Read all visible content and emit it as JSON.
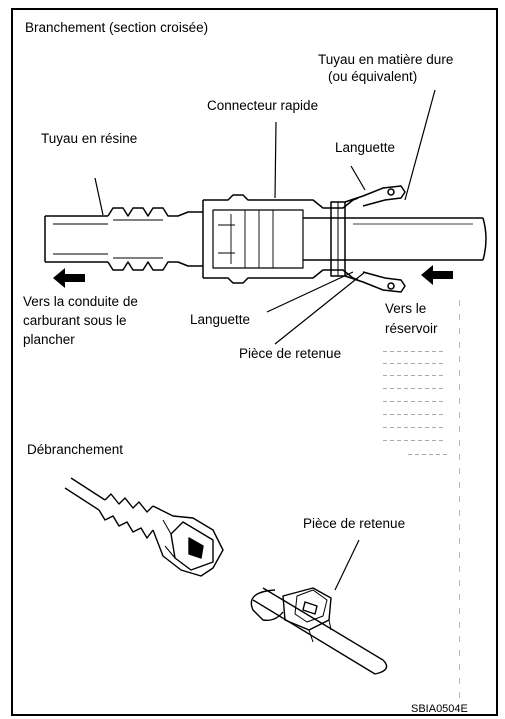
{
  "section_title": "Branchement (section croisée)",
  "labels": {
    "hard_tube_line1": "Tuyau en matière dure",
    "hard_tube_line2": "(ou équivalent)",
    "quick_connector": "Connecteur rapide",
    "resin_tube": "Tuyau en résine",
    "tab_top": "Languette",
    "tab_bottom": "Languette",
    "to_fuel_line": "Vers la conduite de carburant sous le plancher",
    "to_tank_line1": "Vers le",
    "to_tank_line2": "réservoir",
    "retainer_top": "Pièce de retenue",
    "disconnect_title": "Débranchement",
    "retainer_bottom": "Pièce de retenue",
    "figure_code": "SBIA0504E"
  },
  "icons": {
    "left_arrow": "arrow-left-icon",
    "right_arrow": "arrow-right-icon"
  }
}
